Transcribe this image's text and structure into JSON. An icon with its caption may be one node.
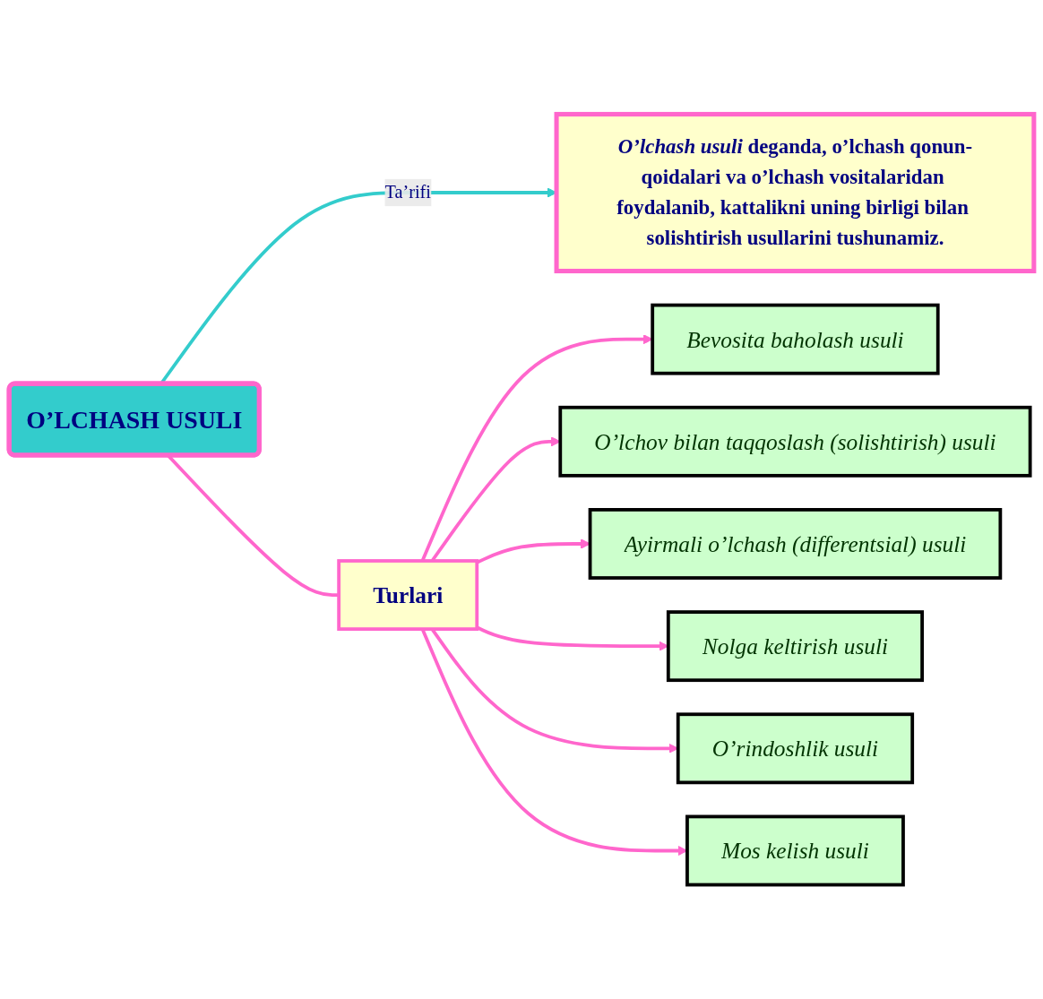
{
  "diagram": {
    "nodes": [
      {
        "text": [
          "O’LCHASH USULI"
        ]
      },
      {
        "text": [
          "*O’lchash usuli* deganda, o’lchash qonun-qoidalari va o’lchash vositalaridan foydalanib, kattalikni uning birligi bilan solishtirish usullarini tushunamiz."
        ]
      },
      {
        "text": [
          "Turlari"
        ]
      },
      {
        "text": [
          "Bevosita baholash usuli"
        ]
      },
      {
        "text": [
          "O’lchov bilan taqqoslash (solishtirish) usuli"
        ]
      },
      {
        "text": [
          "Ayirmali o’lchash (differentsial) usuli"
        ]
      },
      {
        "text": [
          "Nolga keltirish usuli"
        ]
      },
      {
        "text": [
          "O’rindoshlik usuli"
        ]
      },
      {
        "text": [
          "Mos kelish usuli"
        ]
      }
    ],
    "edges": [
      {
        "from": 0,
        "to": 1,
        "arrow": "to",
        "label": "Ta’rifi",
        "color": "#33cccc"
      },
      {
        "from": 0,
        "to": 2,
        "arrow": "none"
      },
      {
        "from": 2,
        "to": 3,
        "arrow": "to"
      },
      {
        "from": 2,
        "to": 4,
        "arrow": "to"
      },
      {
        "from": 2,
        "to": 5,
        "arrow": "to"
      },
      {
        "from": 2,
        "to": 6,
        "arrow": "to"
      },
      {
        "from": 2,
        "to": 7,
        "arrow": "to"
      },
      {
        "from": 2,
        "to": 8,
        "arrow": "to"
      }
    ]
  }
}
